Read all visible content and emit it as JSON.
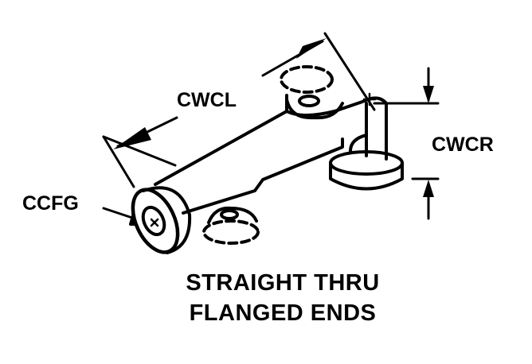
{
  "labels": {
    "cwcl": "CWCL",
    "cwcr": "CWCR",
    "ccfg": "CCFG"
  },
  "title": {
    "line1": "STRAIGHT THRU",
    "line2": "FLANGED ENDS"
  },
  "colors": {
    "ink": "#000000",
    "background": "#ffffff"
  }
}
